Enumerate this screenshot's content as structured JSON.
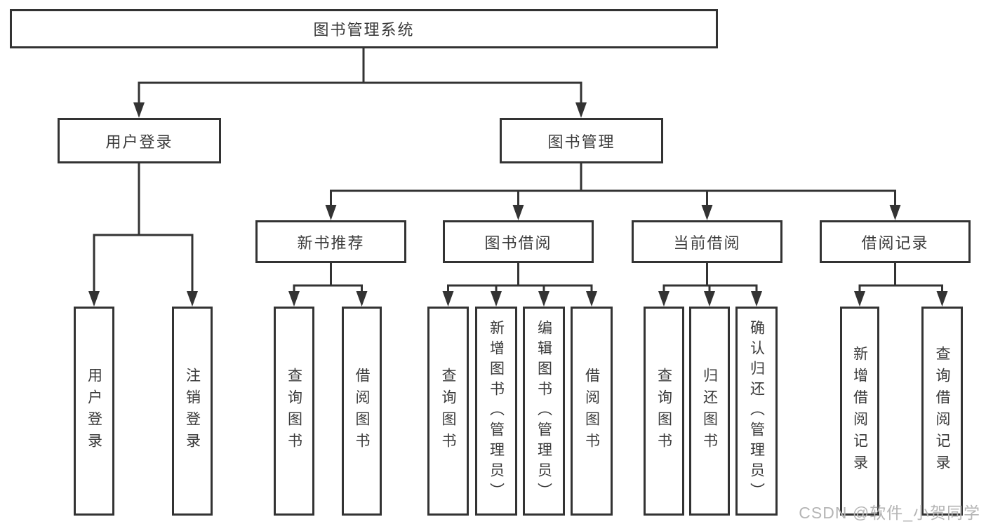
{
  "tree": {
    "root": {
      "label": "图书管理系统"
    },
    "level2": [
      {
        "label": "用户登录",
        "children": [
          "用户登录",
          "注销登录"
        ]
      },
      {
        "label": "图书管理"
      }
    ],
    "branches": [
      {
        "label": "新书推荐",
        "children": [
          "查询图书",
          "借阅图书"
        ]
      },
      {
        "label": "图书借阅",
        "children": [
          "查询图书",
          "新增图书（管理员）",
          "编辑图书（管理员）",
          "借阅图书"
        ]
      },
      {
        "label": "当前借阅",
        "children": [
          "查询图书",
          "归还图书",
          "确认归还（管理员）"
        ]
      },
      {
        "label": "借阅记录",
        "children": [
          "新增借阅记录",
          "查询借阅记录"
        ]
      }
    ]
  },
  "watermark": "CSDN @软件_小贺同学",
  "colors": {
    "line": "#333333",
    "text": "#3a3a3a",
    "box_background": "#ffffff",
    "watermark": "#b5b5b5"
  }
}
